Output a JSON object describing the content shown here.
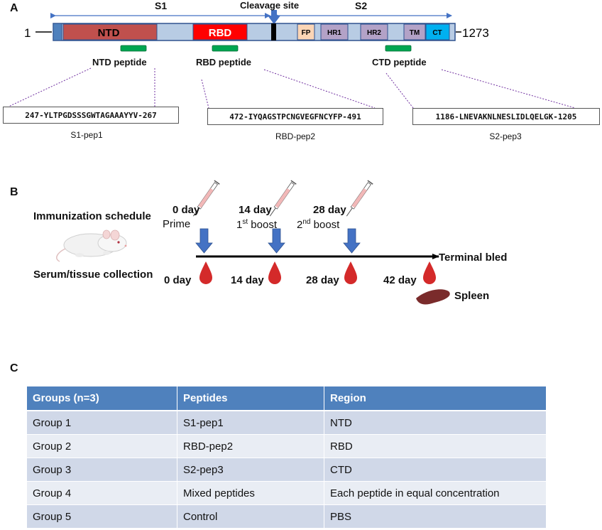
{
  "panels": {
    "a": "A",
    "b": "B",
    "c": "C"
  },
  "protein": {
    "start": "1",
    "end": "1273",
    "s1_label": "S1",
    "s2_label": "S2",
    "cleavage_label": "Cleavage site",
    "domains": {
      "ntd": "NTD",
      "rbd": "RBD",
      "fp": "FP",
      "hr1": "HR1",
      "hr2": "HR2",
      "tm": "TM",
      "ct": "CT"
    },
    "peptide_labels": {
      "ntd": "NTD peptide",
      "rbd": "RBD peptide",
      "ctd": "CTD peptide"
    }
  },
  "peptides": [
    {
      "sequence": "247-YLTPGDSSSGWTAGAAAYYV-267",
      "name": "S1-pep1"
    },
    {
      "sequence": "472-IYQAGSTPCNGVEGFNCYFP-491",
      "name": "RBD-pep2"
    },
    {
      "sequence": "1186-LNEVAKNLNESLIDLQELGK-1205",
      "name": "S2-pep3"
    }
  ],
  "schedule": {
    "immunization_label": "Immunization schedule",
    "collection_label": "Serum/tissue collection",
    "doses": [
      {
        "day": "0 day",
        "type": "Prime"
      },
      {
        "day": "14 day",
        "type_num": "1",
        "type_sup": "st",
        "type": " boost"
      },
      {
        "day": "28 day",
        "type_num": "2",
        "type_sup": "nd",
        "type": " boost"
      }
    ],
    "collections": [
      "0 day",
      "14 day",
      "28 day",
      "42 day"
    ],
    "terminal_label": "Terminal bled",
    "spleen_label": "Spleen"
  },
  "table": {
    "headers": [
      "Groups (n=3)",
      "Peptides",
      "Region"
    ],
    "rows": [
      [
        "Group 1",
        "S1-pep1",
        "NTD"
      ],
      [
        "Group 2",
        "RBD-pep2",
        "RBD"
      ],
      [
        "Group 3",
        "S2-pep3",
        "CTD"
      ],
      [
        "Group 4",
        "Mixed peptides",
        "Each peptide in equal concentration"
      ],
      [
        "Group 5",
        "Control",
        "PBS"
      ]
    ]
  },
  "colors": {
    "backbone": "#b8cce4",
    "ntd": "#c0504d",
    "rbd": "#ff0000",
    "fp": "#fbd5b5",
    "hr": "#b3a2c7",
    "ct": "#00b0f0",
    "peptide_bar": "#00a651",
    "arrow_blue": "#4472c4",
    "drop": "#d42a2a",
    "spleen": "#7a2b2b"
  }
}
